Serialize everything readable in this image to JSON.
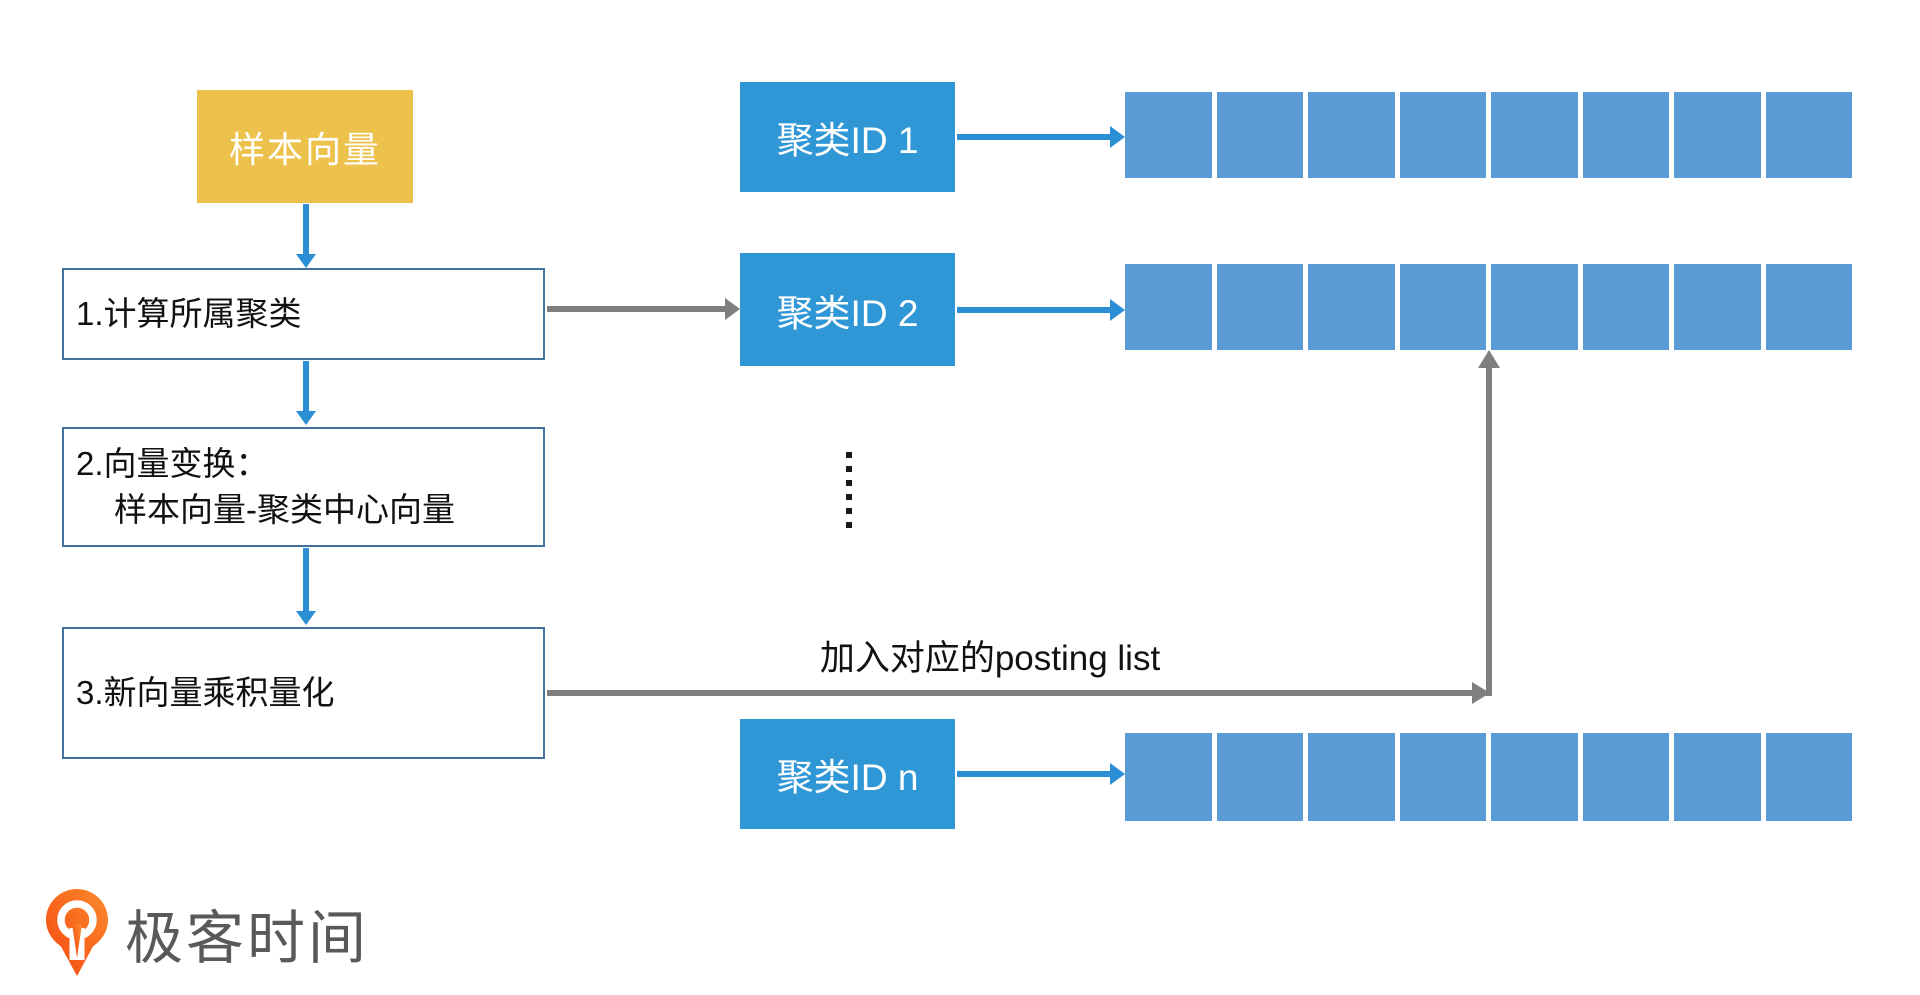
{
  "colors": {
    "gold": "#ecc24d",
    "clusterBlue": "#2f97d6",
    "barBlue": "#5b9bd5",
    "arrowBlue": "#2b8fd6",
    "boxBorder": "#41719c",
    "connectorGray": "#7f7f7f",
    "logoOrange": "#f9690e",
    "logoOrangeLight": "#fc8a2d",
    "logoText": "#595959"
  },
  "sample_box": {
    "label": "样本向量"
  },
  "steps": [
    {
      "lines": [
        "1.计算所属聚类"
      ]
    },
    {
      "lines": [
        "2.向量变换：",
        "样本向量-聚类中心向量"
      ]
    },
    {
      "lines": [
        "3.新向量乘积量化"
      ]
    }
  ],
  "clusters": [
    {
      "label": "聚类ID 1",
      "cells": 8
    },
    {
      "label": "聚类ID 2",
      "cells": 8
    },
    {
      "label": "聚类ID n",
      "cells": 8
    }
  ],
  "ellipsis": {
    "dot_count": 6
  },
  "posting_label": "加入对应的posting list",
  "logo": {
    "text": "极客时间"
  }
}
